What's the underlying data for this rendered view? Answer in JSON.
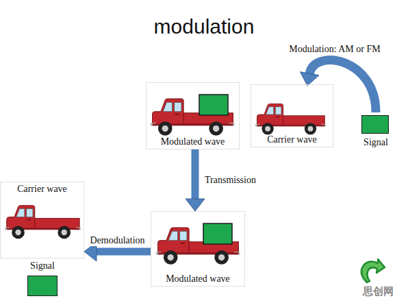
{
  "diagram": {
    "title": "modulation",
    "nodes": [
      {
        "text": [
          "Modulated wave"
        ]
      },
      {
        "text": [
          "Carrier wave"
        ]
      },
      {
        "text": [
          "Signal"
        ]
      },
      {
        "text": [
          "Modulated wave"
        ]
      },
      {
        "text": [
          "Carrier wave"
        ]
      },
      {
        "text": [
          "Signal"
        ]
      }
    ],
    "edges": [
      {
        "from": 2,
        "to": 1,
        "arrow": "to",
        "label": "Modulation: AM or FM"
      },
      {
        "from": 0,
        "to": 3,
        "arrow": "to",
        "label": "Transmission"
      },
      {
        "from": 3,
        "to": 4,
        "arrow": "to",
        "label": "Demodulation"
      }
    ],
    "labels": [
      "思创网"
    ]
  }
}
